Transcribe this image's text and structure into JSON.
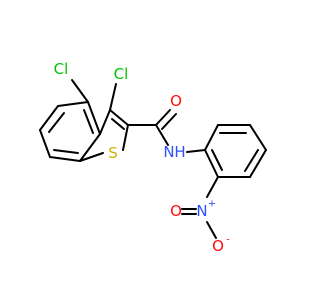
{
  "molecule": {
    "atoms": {
      "cl_top_left": {
        "symbol": "Cl",
        "color": "#00c400"
      },
      "cl_top_right": {
        "symbol": "Cl",
        "color": "#00c400"
      },
      "sulfur": {
        "symbol": "S",
        "color": "#c8b400"
      },
      "carbonyl_oxygen": {
        "symbol": "O",
        "color": "#ff0d0d"
      },
      "amide_nh": {
        "symbol": "N",
        "suffix": "H",
        "color": "#3050f8"
      },
      "nitro_nitrogen": {
        "symbol": "N",
        "charge": "+",
        "color": "#3050f8"
      },
      "nitro_oxygen_double": {
        "symbol": "O",
        "color": "#ff0d0d"
      },
      "nitro_oxygen_single": {
        "symbol": "O",
        "charge": "-",
        "color": "#ff0d0d"
      }
    }
  }
}
